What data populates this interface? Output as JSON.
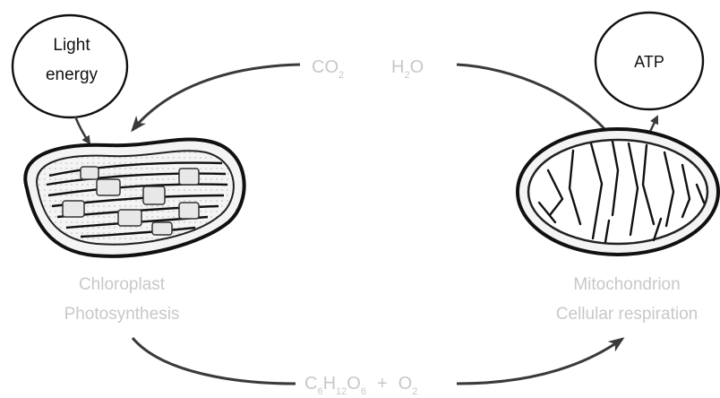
{
  "diagram": {
    "light_energy": {
      "line1": "Light",
      "line2": "energy"
    },
    "atp": {
      "label": "ATP"
    },
    "top_flow": {
      "co2_base": "CO",
      "co2_sub": "2",
      "water_base": "H",
      "water_sub": "2",
      "water_tail": "O"
    },
    "bottom_flow": {
      "c": "C",
      "c_sub": "6",
      "h": "H",
      "h_sub": "12",
      "o": "O",
      "o_sub": "6",
      "operator": "+",
      "o2": "O",
      "o2_sub": "2"
    },
    "chloroplast": {
      "name": "Chloroplast",
      "process": "Photosynthesis"
    },
    "mitochondrion": {
      "name": "Mitochondrion",
      "process": "Cellular respiration"
    }
  }
}
